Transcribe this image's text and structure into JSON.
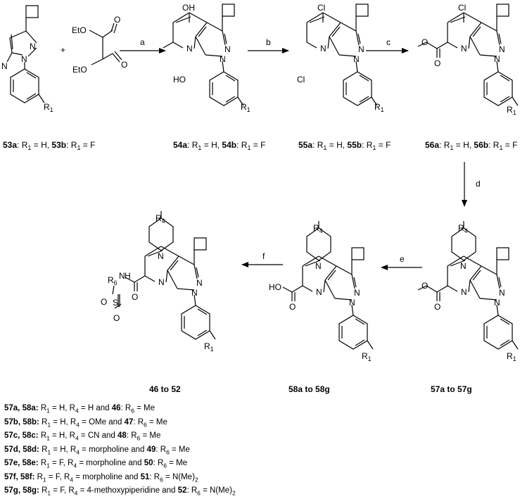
{
  "compounds": {
    "c53": {
      "label": "53a: R1 = H, 53b: R1 = F",
      "sub": "R1",
      "amine": "N",
      "ester_left": "EtO",
      "ester_right": "EtO"
    },
    "c54": {
      "label": "54a: R1 = H, 54b: R1 = F",
      "sub": "R1",
      "oh_top": "OH",
      "oh_left": "HO"
    },
    "c55": {
      "label": "55a: R1 = H, 55b: R1 = F",
      "sub": "R1",
      "cl_top": "Cl",
      "cl_left": "Cl"
    },
    "c56": {
      "label": "56a: R1 = H, 56b: R1 = F",
      "sub": "R1",
      "cl_top": "Cl"
    },
    "c57": {
      "label": "57a to 57g",
      "sub": "R1",
      "r4": "R4"
    },
    "c58": {
      "label": "58a to 58g",
      "sub": "R1",
      "r4": "R4",
      "acid": "HO"
    },
    "c46": {
      "label": "46 to 52",
      "sub": "R1",
      "r4": "R4",
      "r6": "R6",
      "nh": "H"
    }
  },
  "arrows": {
    "a": "a",
    "b": "b",
    "c": "c",
    "d": "d",
    "e": "e",
    "f": "f"
  },
  "footnotes": [
    {
      "id": "57a, 58a:",
      "text": "R1 = H, R4 = H and",
      "cmp": "46",
      "tail": "R6 = Me"
    },
    {
      "id": "57b, 58b:",
      "text": "R1 = H, R4 = OMe and",
      "cmp": "47",
      "tail": "R6 = Me"
    },
    {
      "id": "57c, 58c:",
      "text": "R1 = H, R4 = CN and",
      "cmp": "48",
      "tail": "R6 = Me"
    },
    {
      "id": "57d, 58d:",
      "text": "R1 = H, R4 = morpholine and",
      "cmp": "49",
      "tail": "R6 = Me"
    },
    {
      "id": "57e, 58e:",
      "text": "R1 = F, R4 = morpholine and",
      "cmp": "50",
      "tail": "R6 = Me"
    },
    {
      "id": "57f, 58f:",
      "text": "R1 = F, R4 = morpholine and",
      "cmp": "51",
      "tail": "R6 = N(Me)2"
    },
    {
      "id": "57g, 58g:",
      "text": "R1 = F, R4 = 4-methoxypiperidine and",
      "cmp": "52",
      "tail": "R6 = N(Me)2"
    }
  ]
}
